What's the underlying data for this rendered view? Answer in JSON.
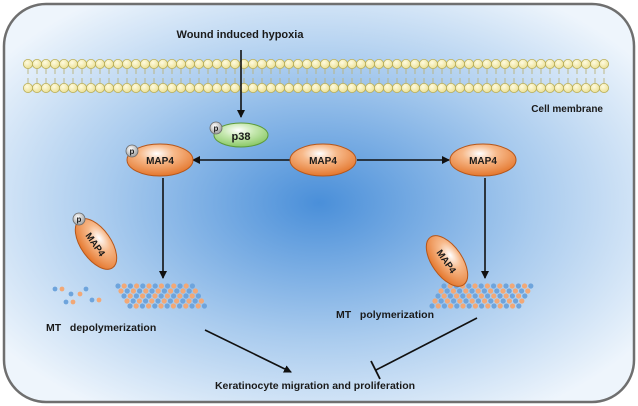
{
  "title": "Wound induced hypoxia",
  "membrane_label": "Cell membrane",
  "p38": {
    "label": "p38",
    "phospho": "p"
  },
  "map4": {
    "center": "MAP4",
    "left": "MAP4",
    "left_phospho": "p",
    "right": "MAP4",
    "detached": "MAP4",
    "detached_phospho": "p",
    "bound": "MAP4"
  },
  "outcomes": {
    "left": "MT   depolymerization",
    "right": "MT   polymerization",
    "bottom": "Keratinocyte migration and proliferation"
  },
  "colors": {
    "background_center": "#4d90d8",
    "background_edge": "#e8f1fb",
    "membrane_bead": "#f6efae",
    "map4_fill": "#ee8a3c",
    "p38_fill": "#9fd580",
    "microtubule_blue": "#6ea4dc",
    "microtubule_orange": "#f2a876"
  }
}
